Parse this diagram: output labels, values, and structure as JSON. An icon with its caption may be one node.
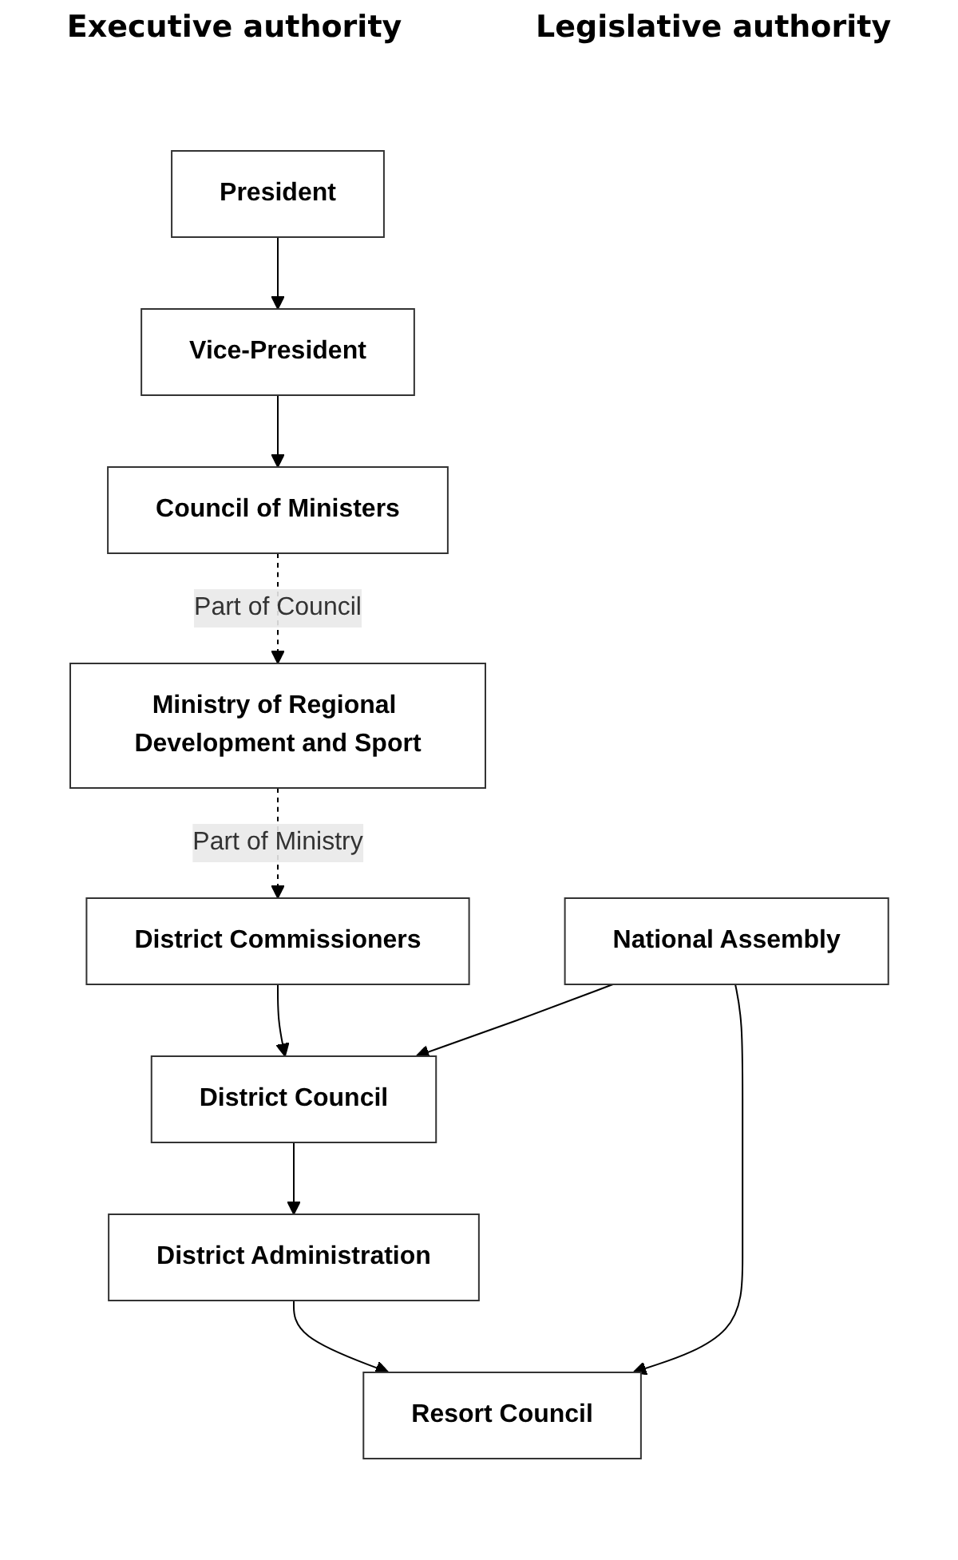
{
  "diagram": {
    "nodes": [
      {
        "text": [
          "President"
        ]
      },
      {
        "text": [
          "Vice-President"
        ]
      },
      {
        "text": [
          "Council of Ministers"
        ]
      },
      {
        "text": [
          "Ministry of Regional Development and Sport"
        ]
      },
      {
        "text": [
          "District Commissioners"
        ]
      },
      {
        "text": [
          "District Council"
        ]
      },
      {
        "text": [
          "District Administration"
        ]
      },
      {
        "text": [
          "Resort Council"
        ]
      },
      {
        "text": [
          "National Assembly"
        ]
      }
    ],
    "edges": [
      {
        "from": 0,
        "to": 1,
        "arrow": "to"
      },
      {
        "from": 1,
        "to": 2,
        "arrow": "to"
      },
      {
        "from": 2,
        "to": 3,
        "arrow": "to",
        "label": "Part of Council",
        "style": "dashed"
      },
      {
        "from": 3,
        "to": 4,
        "arrow": "to",
        "label": "Part of Ministry",
        "style": "dashed"
      },
      {
        "from": 4,
        "to": 5,
        "arrow": "to"
      },
      {
        "from": 5,
        "to": 6,
        "arrow": "to"
      },
      {
        "from": 6,
        "to": 7,
        "arrow": "to"
      },
      {
        "from": 8,
        "to": 5,
        "arrow": "to"
      },
      {
        "from": 8,
        "to": 7,
        "arrow": "to"
      }
    ],
    "labels": [
      "Executive authority",
      "Legislative authority"
    ]
  }
}
